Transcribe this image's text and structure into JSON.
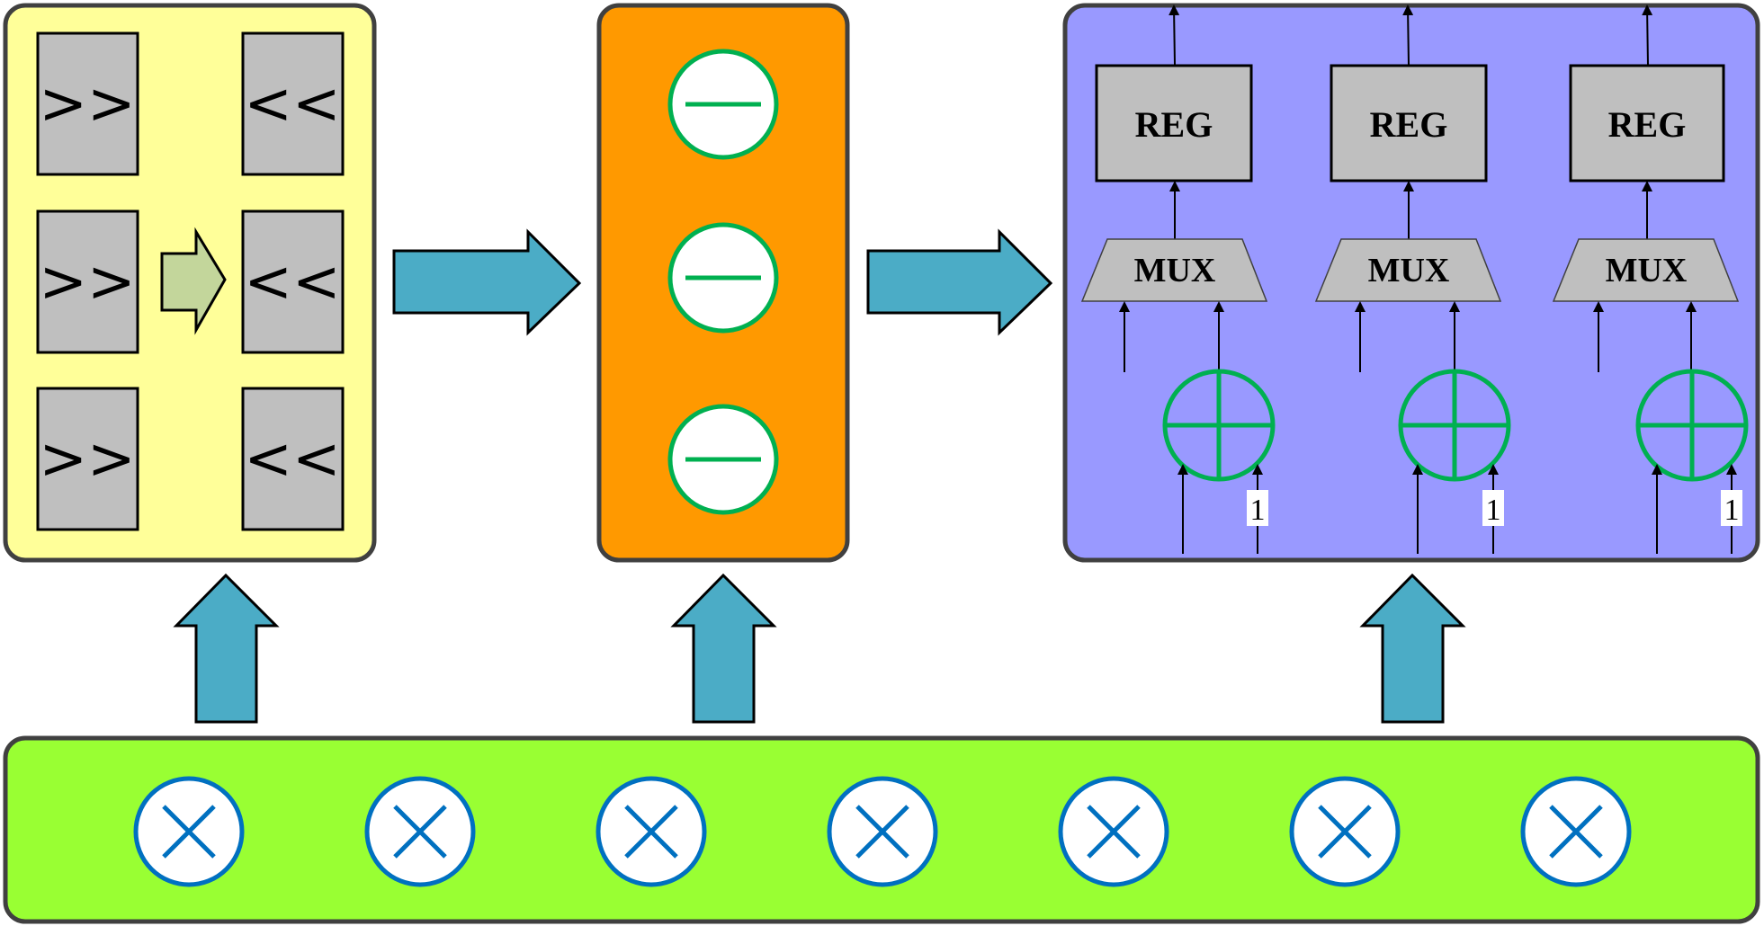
{
  "shifter_panel": {
    "right_shift_label": ">>",
    "left_shift_label": "<<"
  },
  "subtractor_panel": {
    "count": 3
  },
  "register_panel": {
    "reg_label": "REG",
    "mux_label": "MUX",
    "constant_label": "1",
    "count": 3
  },
  "multiplier_panel": {
    "count": 7
  },
  "colors": {
    "shifter_bg": "#ffff99",
    "subtractor_bg": "#ff9900",
    "register_bg": "#9999ff",
    "multiplier_bg": "#99ff33",
    "block_gray": "#bfbfbf",
    "arrow_teal": "#4bacc6",
    "small_arrow_fill": "#c3d69b",
    "green_stroke": "#00b050",
    "blue_stroke": "#0070c0"
  },
  "icons": [
    "right-shift",
    "left-shift",
    "minus-circle",
    "plus-circle",
    "times-circle",
    "mux-trapezoid",
    "register-box",
    "block-arrow"
  ]
}
